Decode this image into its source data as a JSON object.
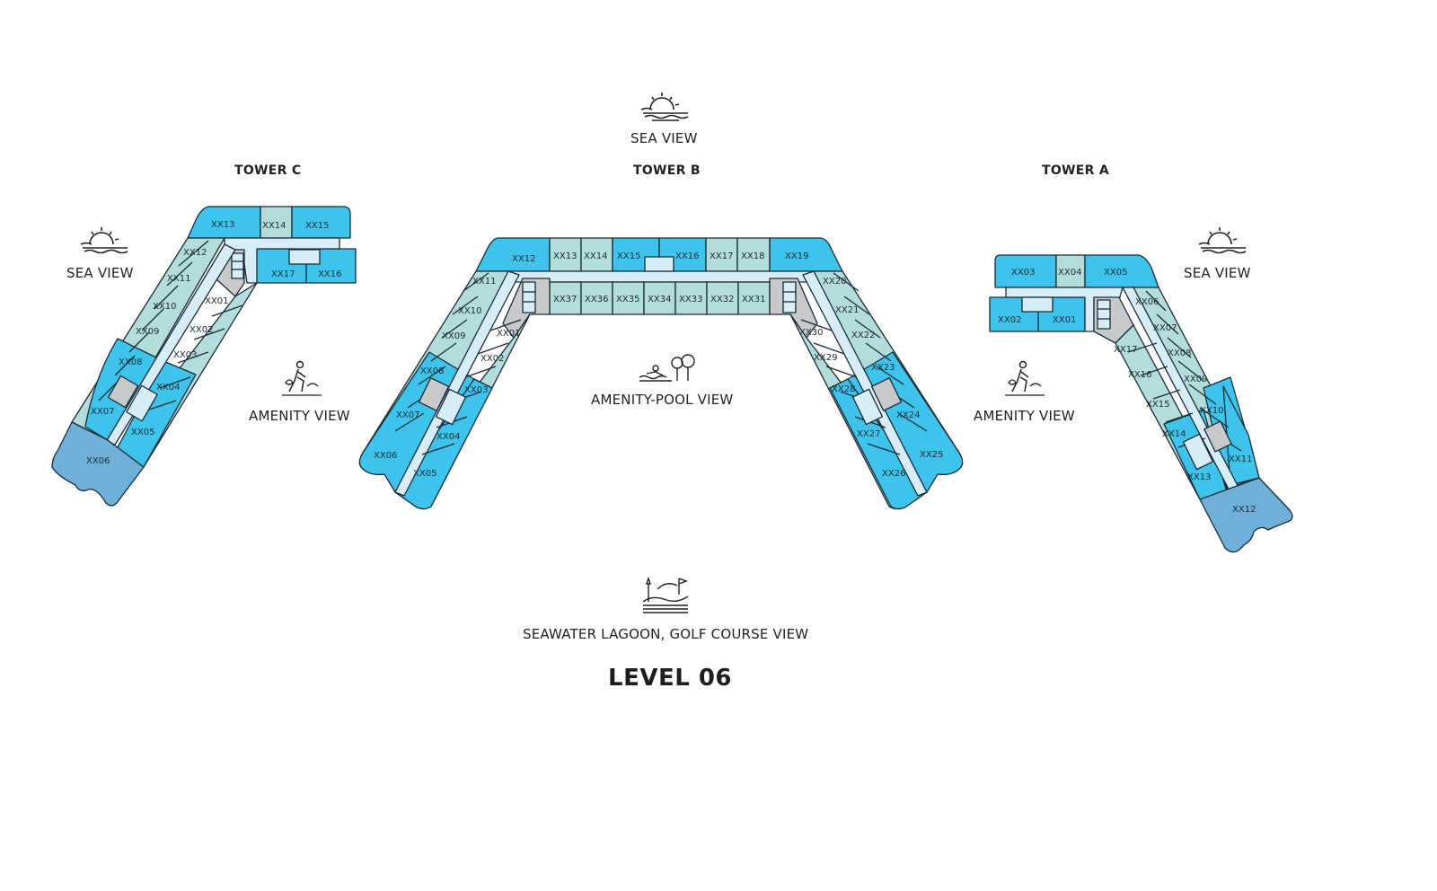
{
  "headings": {
    "tower_c": "TOWER C",
    "tower_b": "TOWER B",
    "tower_a": "TOWER A",
    "level": "LEVEL 06"
  },
  "views": {
    "top": "SEA VIEW",
    "left": "SEA VIEW",
    "right": "SEA VIEW",
    "amenity_left": "AMENITY VIEW",
    "amenity_right": "AMENITY VIEW",
    "pool": "AMENITY-POOL VIEW",
    "bottom": "SEAWATER LAGOON, GOLF COURSE VIEW"
  },
  "colors": {
    "blue": "#3dc3ec",
    "teal": "#b3dcdc",
    "dark_blue": "#6fb0d9",
    "corridor": "#d7eef8",
    "core": "#c7c9cb",
    "outline": "#1c2b33"
  },
  "tower_c_units": [
    "XX13",
    "XX14",
    "XX15",
    "XX12",
    "XX17",
    "XX16",
    "XX11",
    "XX01",
    "XX10",
    "XX02",
    "XX09",
    "XX03",
    "XX08",
    "XX04",
    "XX07",
    "XX05",
    "XX06"
  ],
  "tower_b_units": [
    "XX12",
    "XX13",
    "XX14",
    "XX15",
    "XX16",
    "XX17",
    "XX18",
    "XX19",
    "XX11",
    "XX37",
    "XX36",
    "XX35",
    "XX34",
    "XX33",
    "XX32",
    "XX31",
    "XX20",
    "XX10",
    "XX21",
    "XX09",
    "XX01",
    "XX30",
    "XX22",
    "XX08",
    "XX02",
    "XX29",
    "XX23",
    "XX03",
    "XX28",
    "XX07",
    "XX24",
    "XX04",
    "XX27",
    "XX06",
    "XX25",
    "XX05",
    "XX26"
  ],
  "tower_a_units": [
    "XX03",
    "XX04",
    "XX05",
    "XX02",
    "XX01",
    "XX06",
    "XX07",
    "XX17",
    "XX08",
    "XX16",
    "XX09",
    "XX15",
    "XX10",
    "XX14",
    "XX11",
    "XX13",
    "XX12"
  ]
}
